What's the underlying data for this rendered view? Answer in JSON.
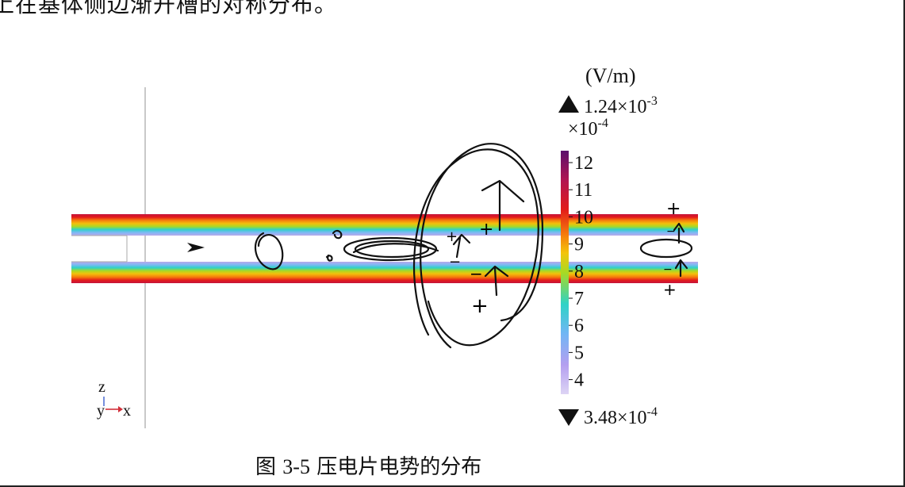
{
  "page": {
    "top_text": "上在基体侧边渐开槽的对称分布。",
    "caption_prefix": "图",
    "caption_number": "3-5",
    "caption_title": "压电片电势的分布"
  },
  "colorbar": {
    "unit": "(V/m)",
    "max_label": "1.24×10",
    "max_exp": "-3",
    "multiplier": "×10",
    "multiplier_exp": "-4",
    "min_label": "3.48×10",
    "min_exp": "-4",
    "ticks": [
      "12",
      "11",
      "10",
      "9",
      "8",
      "7",
      "6",
      "5",
      "4"
    ],
    "colors": [
      "#6a0f6b",
      "#b3124d",
      "#e02020",
      "#f26a0a",
      "#f5b800",
      "#b5d21d",
      "#38d5b8",
      "#6fb7f2",
      "#cfc2f2"
    ]
  },
  "axes_triad": {
    "z": "z",
    "y": "y",
    "x": "x"
  },
  "annotations": {
    "plus": "+",
    "minus": "−"
  }
}
